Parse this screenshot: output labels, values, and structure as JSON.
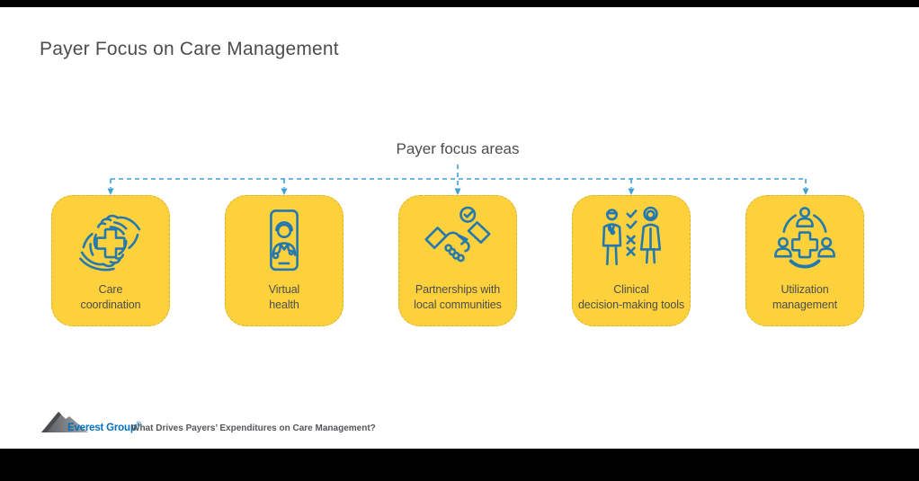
{
  "title": "Payer Focus on Care Management",
  "diagram": {
    "label": "Payer focus areas",
    "boxes": [
      {
        "label": "Care\ncoordination",
        "icon": "hands-care-cross-icon"
      },
      {
        "label": "Virtual\nhealth",
        "icon": "telehealth-phone-doctor-icon"
      },
      {
        "label": "Partnerships with\nlocal communities",
        "icon": "handshake-check-icon"
      },
      {
        "label": "Clinical\ndecision-making tools",
        "icon": "clinicians-checklist-icon"
      },
      {
        "label": "Utilization\nmanagement",
        "icon": "people-around-cross-icon"
      }
    ]
  },
  "footer": {
    "brand": "Everest Group",
    "registered": "®",
    "source": "What Drives Payers’ Expenditures on Care Management?"
  },
  "colors": {
    "box_yellow": "#FCD13C",
    "icon_blue": "#2478B0",
    "connector_blue": "#3F9FD9",
    "text_gray": "#4D4D4F",
    "brand_blue": "#0071BC"
  }
}
